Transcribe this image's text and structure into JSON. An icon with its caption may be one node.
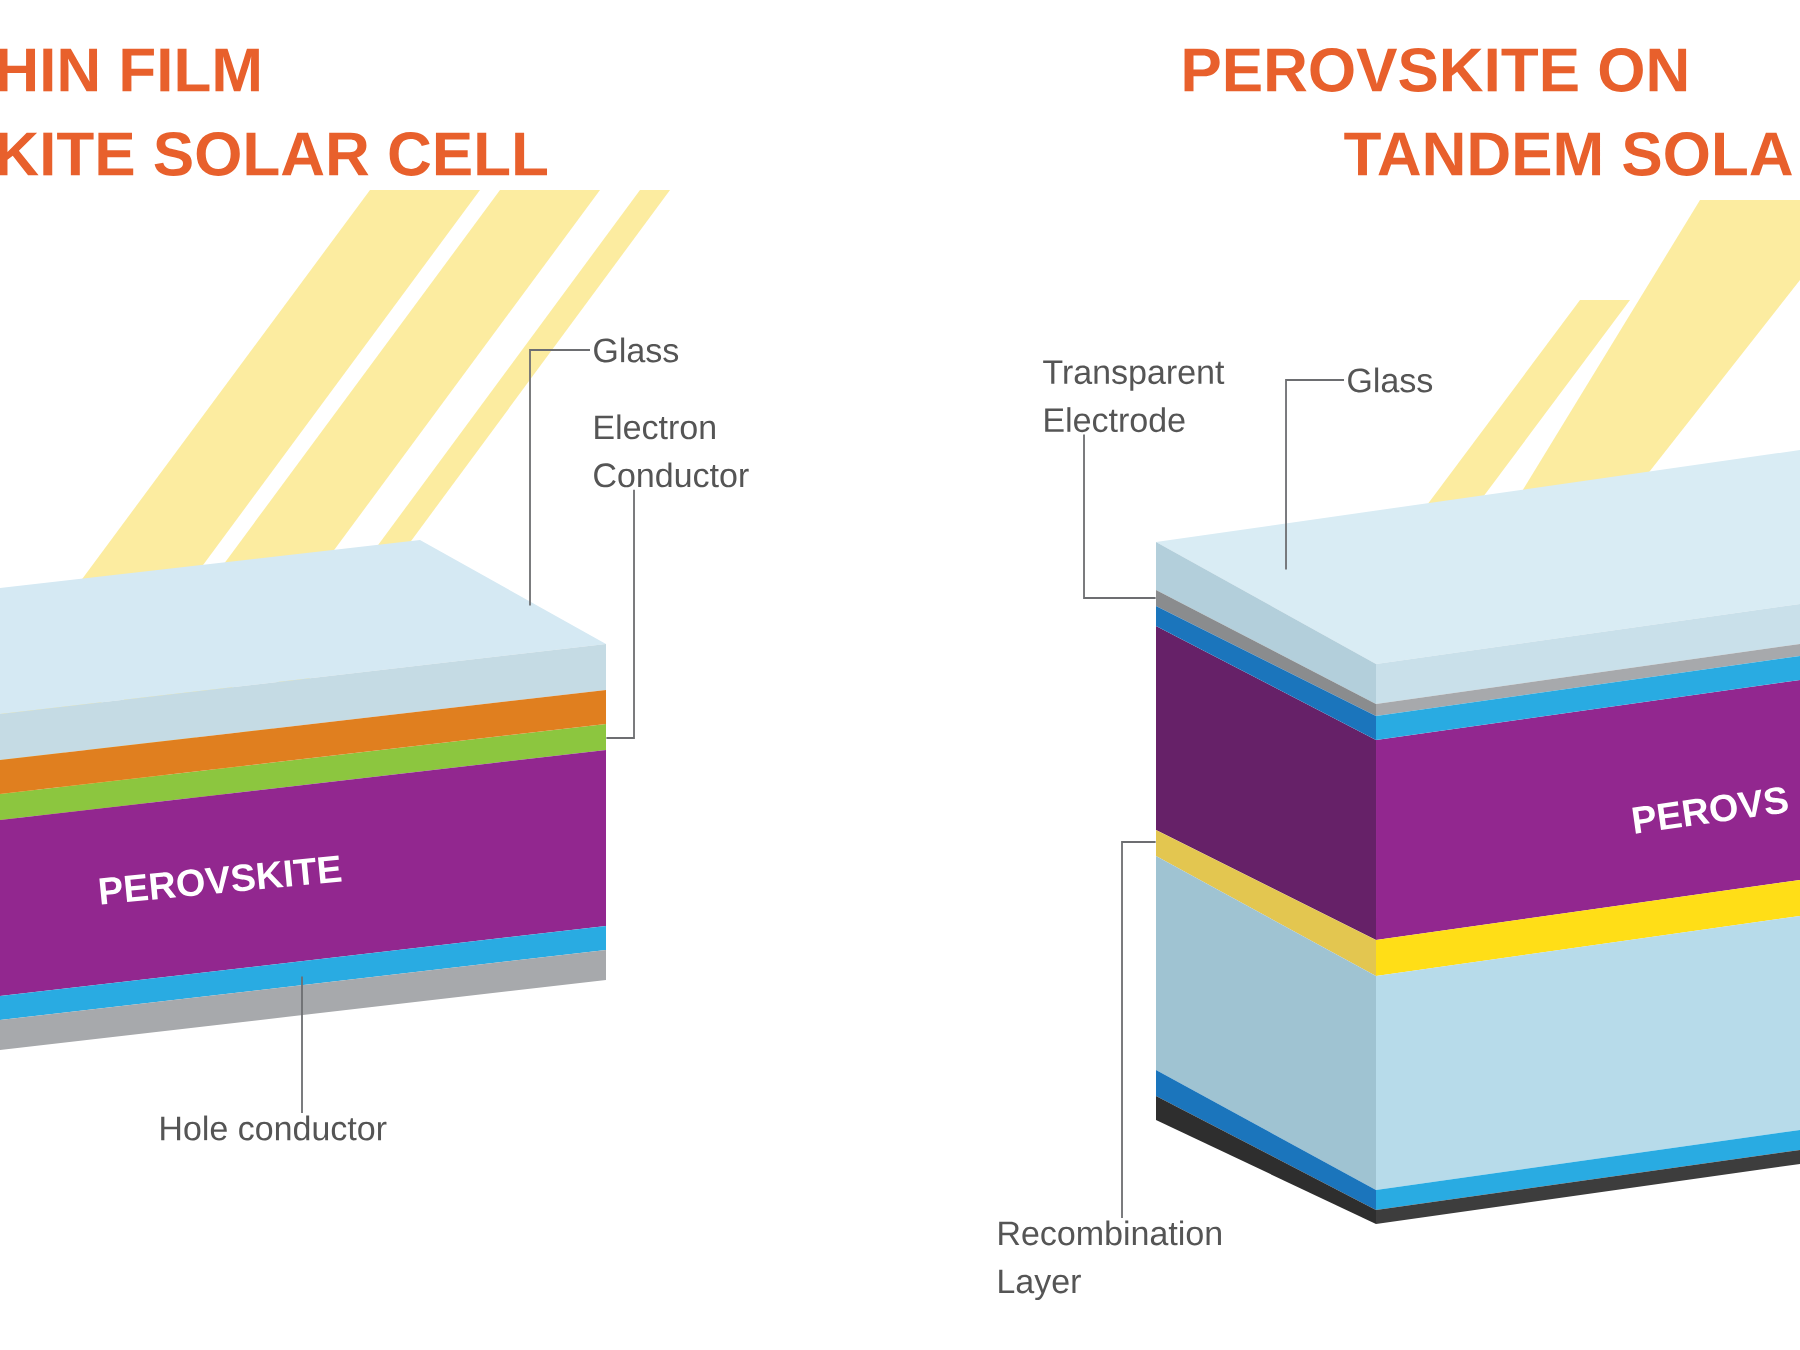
{
  "diagram": {
    "nodes": [
      {
        "text": [
          "Glass"
        ]
      },
      {
        "text": [
          "Electron Conductor"
        ]
      },
      {
        "text": [
          "Hole conductor"
        ]
      },
      {
        "text": [],
        "shape": "box"
      },
      {
        "text": [],
        "shape": "box"
      },
      {
        "text": [
          "PEROVSKITE"
        ]
      },
      {
        "text": [],
        "shape": "box"
      },
      {
        "text": [
          "Transparent Electrode"
        ]
      },
      {
        "text": [
          "Glass"
        ]
      },
      {
        "text": [
          "Recombination Layer"
        ]
      },
      {
        "text": [],
        "shape": "box"
      },
      {
        "text": [],
        "shape": "box"
      },
      {
        "text": [
          "PEROVS"
        ]
      },
      {
        "text": [],
        "shape": "box"
      },
      {
        "text": [],
        "shape": "box"
      },
      {
        "text": [],
        "shape": "box"
      },
      {
        "text": [],
        "shape": "box"
      },
      {
        "text": [],
        "shape": "box"
      },
      {
        "text": [],
        "shape": "box"
      },
      {
        "text": [],
        "shape": "box"
      }
    ],
    "edges": [
      {
        "from": 0,
        "to": 3,
        "arrow": "none"
      },
      {
        "from": 1,
        "to": 4,
        "arrow": "none"
      },
      {
        "from": 2,
        "to": 6,
        "arrow": "none"
      },
      {
        "from": 7,
        "to": 11,
        "arrow": "none"
      },
      {
        "from": 8,
        "to": 10,
        "arrow": "none"
      },
      {
        "from": 9,
        "to": 13,
        "arrow": "none"
      }
    ],
    "labels": [
      "HIN FILM",
      "KITE SOLAR CELL",
      "PEROVSKITE ON",
      "TANDEM SOLA"
    ]
  }
}
